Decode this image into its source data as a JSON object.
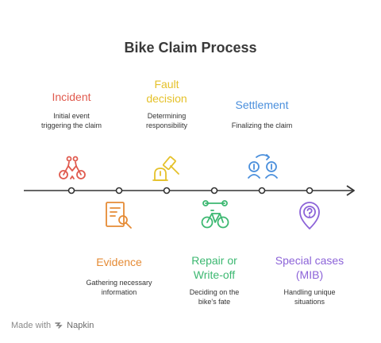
{
  "title": "Bike Claim Process",
  "colors": {
    "incident": "#e05a4e",
    "fault": "#e5c12a",
    "settlement": "#4a8fdc",
    "evidence": "#e58b35",
    "repair": "#3cb871",
    "special": "#8c63d8",
    "axis": "#333333"
  },
  "steps": {
    "incident": {
      "title": "Incident",
      "desc": [
        "Initial event",
        "triggering the claim"
      ],
      "icon": "cyclist-collision-icon"
    },
    "evidence": {
      "title": "Evidence",
      "desc": [
        "Gathering necessary",
        "information"
      ],
      "icon": "document-search-icon"
    },
    "fault": {
      "title_lines": [
        "Fault",
        "decision"
      ],
      "desc": [
        "Determining",
        "responsibility"
      ],
      "icon": "gavel-icon"
    },
    "repair": {
      "title_lines": [
        "Repair or",
        "Write-off"
      ],
      "desc": [
        "Deciding on the",
        "bike's fate"
      ],
      "icon": "bicycle-wrench-icon"
    },
    "settlement": {
      "title": "Settlement",
      "desc": [
        "Finalizing the claim"
      ],
      "icon": "money-exchange-icon"
    },
    "special": {
      "title_lines": [
        "Special cases",
        "(MIB)"
      ],
      "desc": [
        "Handling unique",
        "situations"
      ],
      "icon": "question-pin-icon"
    }
  },
  "footer": {
    "made_with": "Made with",
    "brand": "Napkin"
  }
}
